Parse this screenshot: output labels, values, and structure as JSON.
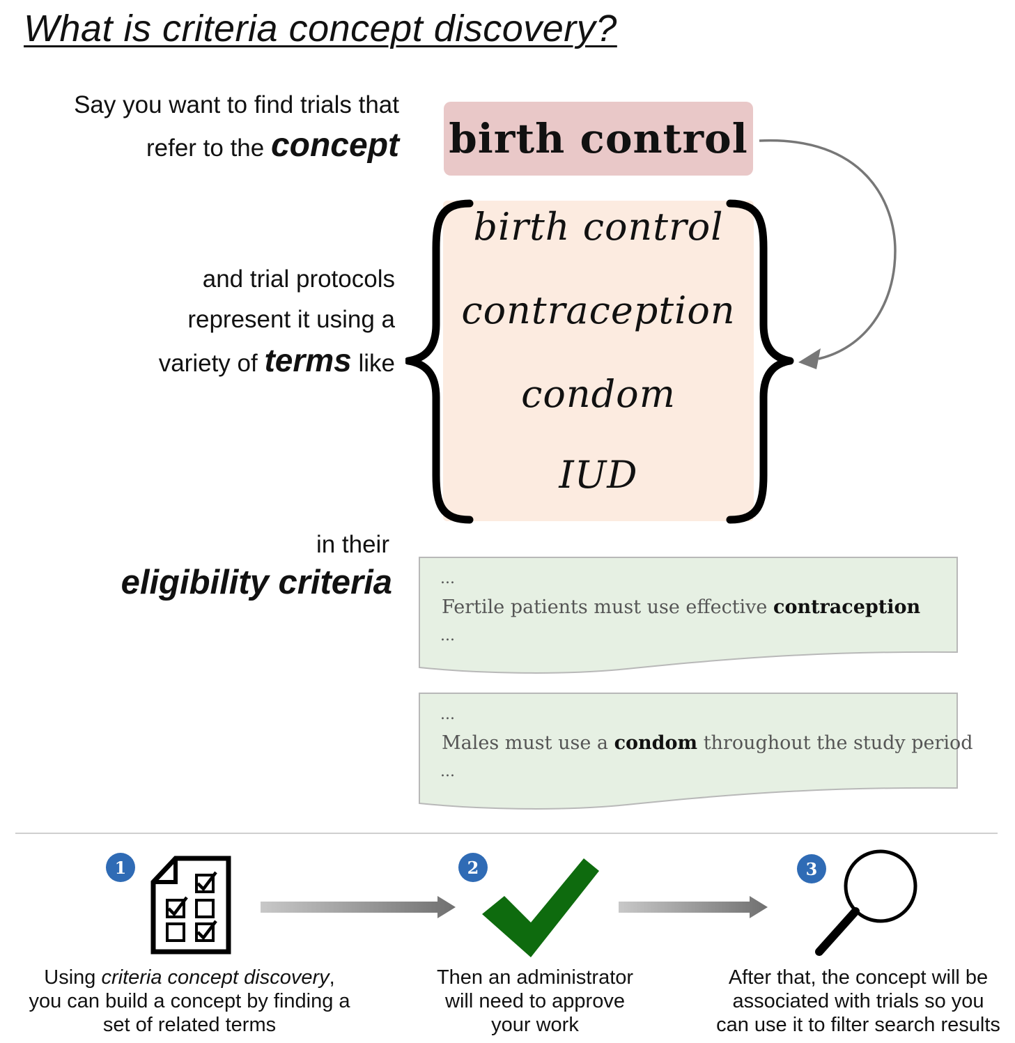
{
  "title": "What is criteria concept discovery?",
  "intro": {
    "line1": "Say you want to find trials that",
    "line2_pre": "refer to the ",
    "line2_em": "concept"
  },
  "concept": "birth control",
  "terms_intro": {
    "line1": "and trial protocols",
    "line2": "represent it using a",
    "line3_pre": "variety of ",
    "line3_em": "terms",
    "line3_post": " like"
  },
  "terms": [
    "birth control",
    "contraception",
    "condom",
    "IUD"
  ],
  "eligibility": {
    "line1": "in their",
    "line2": "eligibility criteria"
  },
  "documents": [
    {
      "ellipsis_top": "...",
      "pre": "Fertile patients must use effective ",
      "bold": "contraception",
      "post": "",
      "ellipsis_bottom": "..."
    },
    {
      "ellipsis_top": "...",
      "pre": "Males must use a ",
      "bold": "condom",
      "post": " throughout the study period",
      "ellipsis_bottom": "..."
    }
  ],
  "steps": [
    {
      "number": "1",
      "icon": "checklist-icon",
      "caption_pre": "Using ",
      "caption_em": "criteria concept discovery",
      "caption_post": ",",
      "caption_line2": "you can build a concept by finding a",
      "caption_line3": "set of related terms"
    },
    {
      "number": "2",
      "icon": "checkmark-icon",
      "caption_line1": "Then an administrator",
      "caption_line2": "will need to approve",
      "caption_line3": "your work"
    },
    {
      "number": "3",
      "icon": "magnifier-icon",
      "caption_line1": "After that, the concept will be",
      "caption_line2": "associated with trials so you",
      "caption_line3": "can use it to filter search results"
    }
  ],
  "colors": {
    "concept_box": "#e9c8c8",
    "terms_box": "#fcebe0",
    "document_bg": "#e6f0e3",
    "badge": "#2f6bb5",
    "checkmark": "#0e6b0e"
  }
}
